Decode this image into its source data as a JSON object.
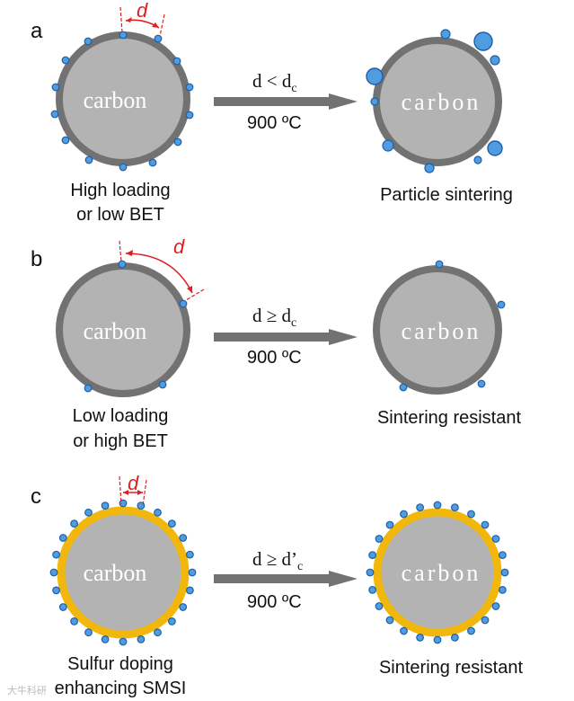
{
  "colors": {
    "carbon_fill": "#b3b3b3",
    "shell_gray": "#727272",
    "shell_sulfur": "#f2b70c",
    "particle": "#4f9ce0",
    "particle_edge": "#1d5ea8",
    "arrow": "#727272",
    "annotation": "#e02020"
  },
  "panels": [
    {
      "letter": "a",
      "carbon_left": "carbon",
      "carbon_right": "carbon",
      "distance_label": "d",
      "condition": {
        "lhs": "d < d",
        "sub": "c"
      },
      "temperature": "900 ºC",
      "left_caption": [
        "High loading",
        "or low BET"
      ],
      "right_caption": "Particle sintering"
    },
    {
      "letter": "b",
      "carbon_left": "carbon",
      "carbon_right": "carbon",
      "distance_label": "d",
      "condition": {
        "lhs": "d ≥ d",
        "sub": "c"
      },
      "temperature": "900 ºC",
      "left_caption": [
        "Low loading",
        "or high BET"
      ],
      "right_caption": "Sintering resistant"
    },
    {
      "letter": "c",
      "carbon_left": "carbon",
      "carbon_right": "carbon",
      "distance_label": "d",
      "condition": {
        "lhs": "d ≥ d’",
        "sub": "c"
      },
      "temperature": "900 ºC",
      "left_caption": [
        "Sulfur doping",
        "enhancing SMSI"
      ],
      "right_caption": "Sintering resistant"
    }
  ],
  "watermark": "大牛科研"
}
